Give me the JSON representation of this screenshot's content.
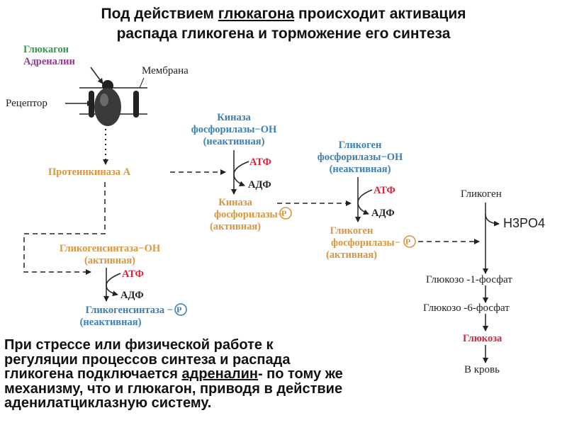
{
  "title": {
    "line1_pre": "Под действием ",
    "line1_hl": "глюкагона",
    "line1_post": " происходит активация",
    "line2": "распада гликогена и торможение его синтеза"
  },
  "labels": {
    "glucagon": "Глюкагон",
    "adrenaline": "Адреналин",
    "membrane": "Мембрана",
    "receptor": "Рецептор",
    "pka": "Протеинкиназа А",
    "kinase_inactive_l1": "Киназа",
    "kinase_inactive_l2": "фосфорилазы−ОН",
    "kinase_inactive_l3": "(неактивная)",
    "atp": "АТФ",
    "adp": "АДФ",
    "kinase_active_l1": "Киназа",
    "kinase_active_l2": "фосфорилазы−",
    "kinase_active_l3": "(активная)",
    "phos_inactive_l1": "Гликоген",
    "phos_inactive_l2": "фосфорилазы−ОН",
    "phos_inactive_l3": "(неактивная)",
    "phos_active_l1": "Гликоген",
    "phos_active_l2": "фосфорилазы−",
    "phos_active_l3": "(активная)",
    "gs_active_l1": "Гликогенсинтаза−ОН",
    "gs_active_l2": "(активная)",
    "gs_inactive_l1": "Гликогенсинтаза −",
    "gs_inactive_l2": "(неактивная)",
    "p": "Р",
    "glycogen": "Гликоген",
    "h3po4": "H3PO4",
    "g1p": "Глюкозо -1-фосфат",
    "g6p": "Глюкозо -6-фосфат",
    "glucose": "Глюкоза",
    "to_blood": "В кровь"
  },
  "bottom_text": {
    "line1": "При стрессе или физической работе к",
    "line2": "регуляции процессов синтеза и распада",
    "line3_pre": "гликогена подключается ",
    "line3_hl": "адреналин",
    "line3_post": "- по тому же",
    "line4": "механизму, что и глюкагон, приводя в действие",
    "line5": "аденилатциклазную систему."
  },
  "colors": {
    "orange": "#d9963f",
    "blue": "#3d7fb0",
    "red": "#d8213a",
    "green": "#2e9a4b",
    "purple": "#8e3c8a"
  }
}
